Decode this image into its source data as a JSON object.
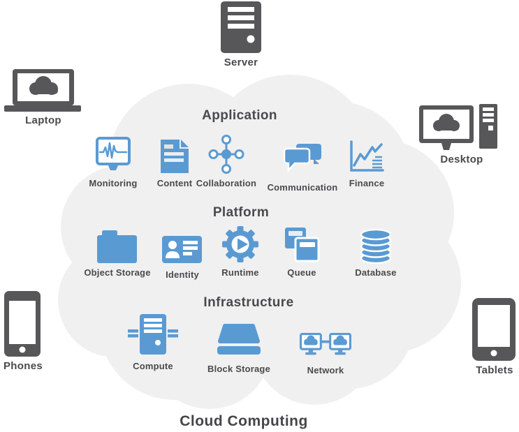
{
  "title": "Cloud Computing",
  "colors": {
    "icon_blue": "#5a9ad3",
    "device_gray": "#57575a",
    "cloud_gray": "#f0f0f0",
    "text_dark": "#4a4a4d"
  },
  "devices": {
    "server": {
      "label": "Server"
    },
    "laptop": {
      "label": "Laptop"
    },
    "desktop": {
      "label": "Desktop"
    },
    "phones": {
      "label": "Phones"
    },
    "tablets": {
      "label": "Tablets"
    }
  },
  "layers": [
    {
      "name": "Application",
      "items": [
        {
          "label": "Monitoring"
        },
        {
          "label": "Content"
        },
        {
          "label": "Collaboration"
        },
        {
          "label": "Communication"
        },
        {
          "label": "Finance"
        }
      ]
    },
    {
      "name": "Platform",
      "items": [
        {
          "label": "Object Storage"
        },
        {
          "label": "Identity"
        },
        {
          "label": "Runtime"
        },
        {
          "label": "Queue"
        },
        {
          "label": "Database"
        }
      ]
    },
    {
      "name": "Infrastructure",
      "items": [
        {
          "label": "Compute"
        },
        {
          "label": "Block Storage"
        },
        {
          "label": "Network"
        }
      ]
    }
  ]
}
